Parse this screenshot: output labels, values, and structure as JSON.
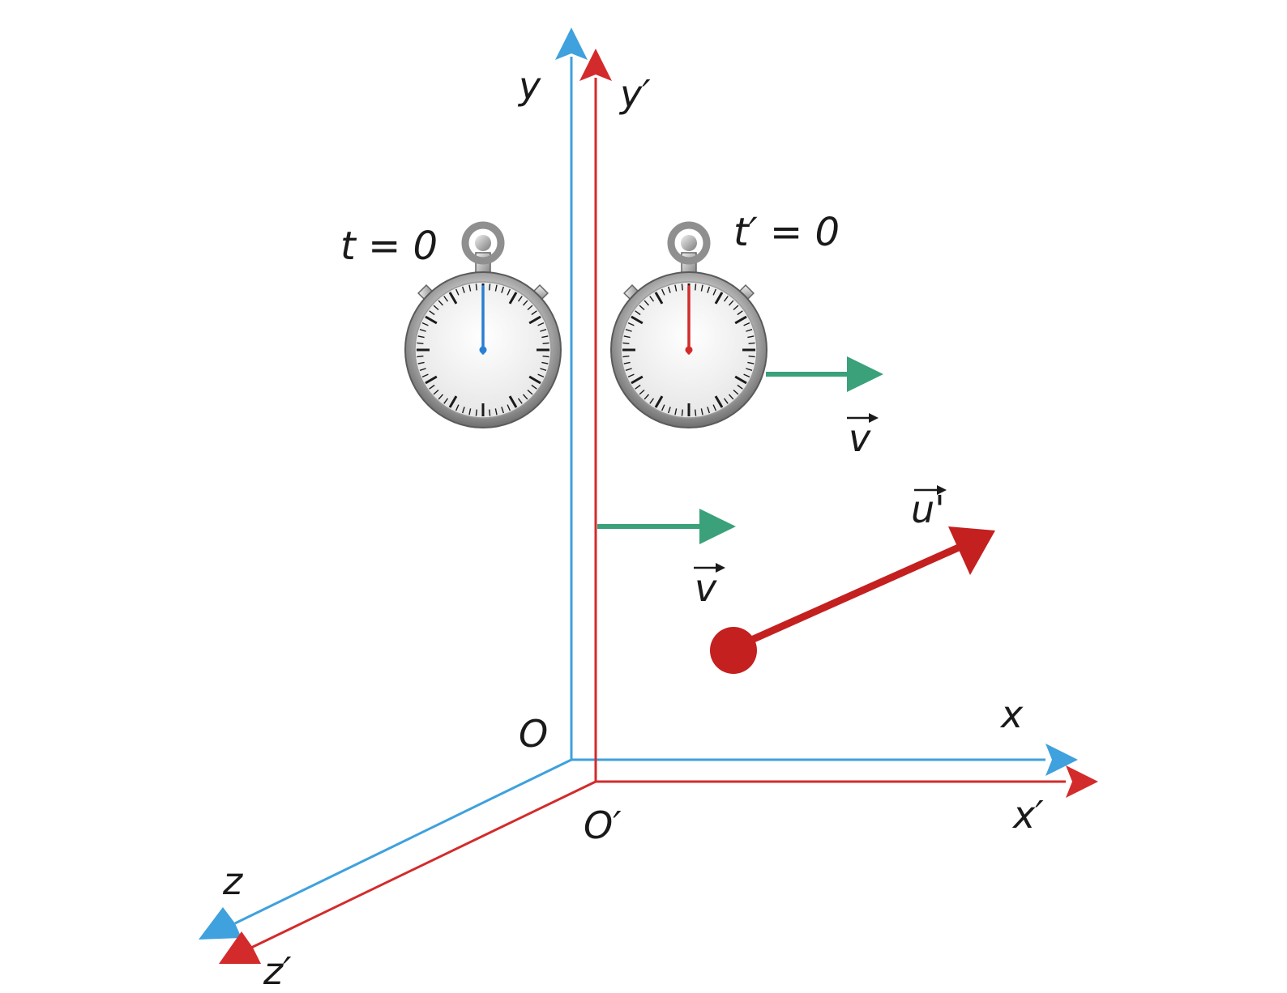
{
  "colors": {
    "frame_s": "#3fa1dd",
    "frame_s_prime": "#d32b2b",
    "velocity": "#3aa17a",
    "particle": "#c42020",
    "text": "#1a1a1a"
  },
  "axes_s": {
    "x": "x",
    "y": "y",
    "z": "z",
    "origin": "O"
  },
  "axes_s_prime": {
    "x": "x′",
    "y": "y′",
    "z": "z′",
    "origin": "O′"
  },
  "clocks": {
    "s": {
      "label": "t = 0",
      "icon": "stopwatch-icon",
      "hand_color": "#2a7fd4"
    },
    "s_prime": {
      "label": "t′ = 0",
      "icon": "stopwatch-icon",
      "hand_color": "#d32b2b"
    }
  },
  "vectors": {
    "frame_velocity_label": "v",
    "clock_velocity_label": "v",
    "particle_velocity_label": "u'"
  }
}
